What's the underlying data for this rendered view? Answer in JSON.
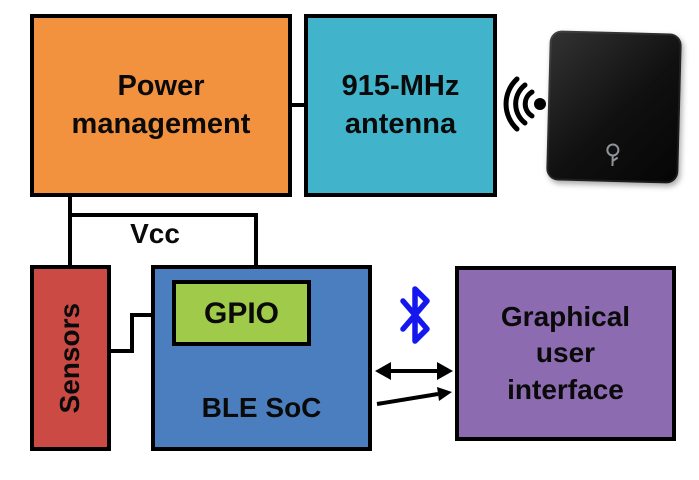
{
  "blocks": {
    "power_management": {
      "label": "Power\nmanagement",
      "color": "#F2913E"
    },
    "antenna": {
      "label": "915-MHz\nantenna",
      "color": "#41B4CB"
    },
    "sensors": {
      "label": "Sensors",
      "color": "#CB4B44"
    },
    "ble_soc": {
      "label": "BLE SoC",
      "color": "#4B7EBE"
    },
    "gpio": {
      "label": "GPIO",
      "color": "#A0CA4A"
    },
    "gui": {
      "label": "Graphical\nuser\ninterface",
      "color": "#8C6BB1"
    }
  },
  "labels": {
    "vcc": "Vcc"
  },
  "icons": {
    "bluetooth": {
      "name": "bluetooth-icon",
      "color": "#1418EE"
    },
    "rf_signal": {
      "name": "rf-signal-icon",
      "color": "#000000"
    },
    "device": {
      "name": "wireless-device",
      "color": "#141414"
    }
  },
  "connectors": {
    "line_color": "#000000"
  }
}
